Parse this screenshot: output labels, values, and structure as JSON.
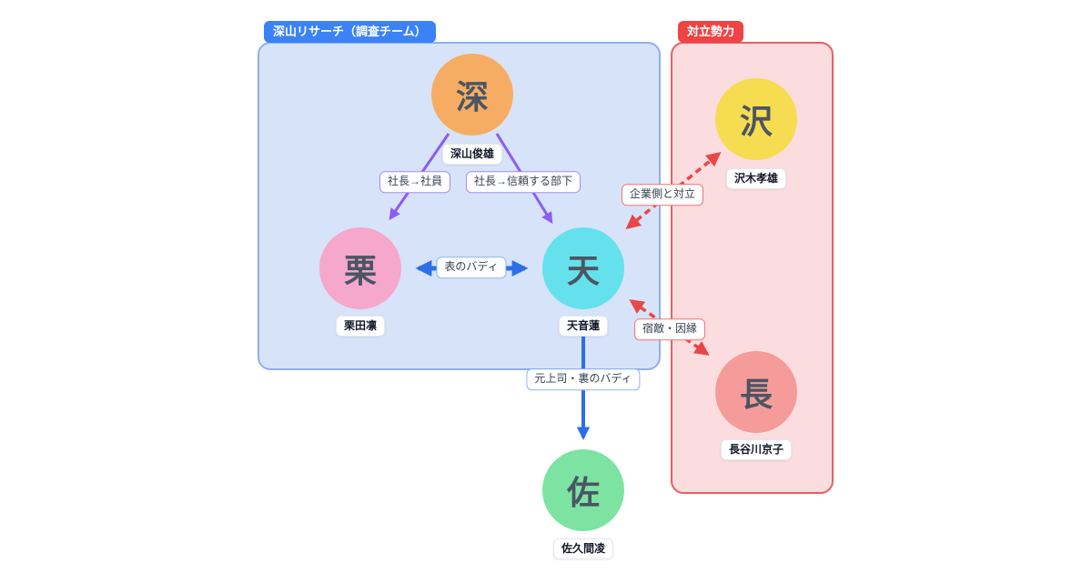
{
  "groups": {
    "team": {
      "label": "深山リサーチ（調査チーム）",
      "tab_color": "#3b82f6",
      "fill": "#d7e3f8",
      "border": "#8fb0ec"
    },
    "rival": {
      "label": "対立勢力",
      "tab_color": "#ef4444",
      "fill": "#fbdcdf",
      "border": "#e66060"
    }
  },
  "nodes": {
    "miyama": {
      "initial": "深",
      "name": "深山俊雄",
      "color": "#f6ad63",
      "group": "team"
    },
    "kurita": {
      "initial": "栗",
      "name": "栗田凛",
      "color": "#f5a8cc",
      "group": "team"
    },
    "amane": {
      "initial": "天",
      "name": "天音蓮",
      "color": "#64e1ec",
      "group": "team"
    },
    "sawaki": {
      "initial": "沢",
      "name": "沢木孝雄",
      "color": "#f6dc50",
      "group": "rival"
    },
    "hasegawa": {
      "initial": "長",
      "name": "長谷川京子",
      "color": "#f59c9a",
      "group": "rival"
    },
    "sakuma": {
      "initial": "佐",
      "name": "佐久間凌",
      "color": "#7de3a3",
      "group": "none"
    }
  },
  "edges": {
    "boss_employee": {
      "label": "社長→社員",
      "from": "miyama",
      "to": "kurita",
      "color": "#8b5cf6",
      "line": "solid",
      "heads": "single"
    },
    "boss_trusted": {
      "label": "社長→信頼する部下",
      "from": "miyama",
      "to": "amane",
      "color": "#8b5cf6",
      "line": "solid",
      "heads": "single"
    },
    "front_buddy": {
      "label": "表のバディ",
      "from": "kurita",
      "to": "amane",
      "color": "#2e6fe8",
      "line": "solid",
      "heads": "double"
    },
    "vs_company": {
      "label": "企業側と対立",
      "from": "amane",
      "to": "sawaki",
      "color": "#e84747",
      "line": "dashed",
      "heads": "double"
    },
    "nemesis": {
      "label": "宿敵・因縁",
      "from": "amane",
      "to": "hasegawa",
      "color": "#e84747",
      "line": "dashed",
      "heads": "double"
    },
    "ex_boss_buddy": {
      "label": "元上司・裏のバディ",
      "from": "amane",
      "to": "sakuma",
      "color": "#2e6fe8",
      "line": "solid",
      "heads": "single"
    }
  }
}
